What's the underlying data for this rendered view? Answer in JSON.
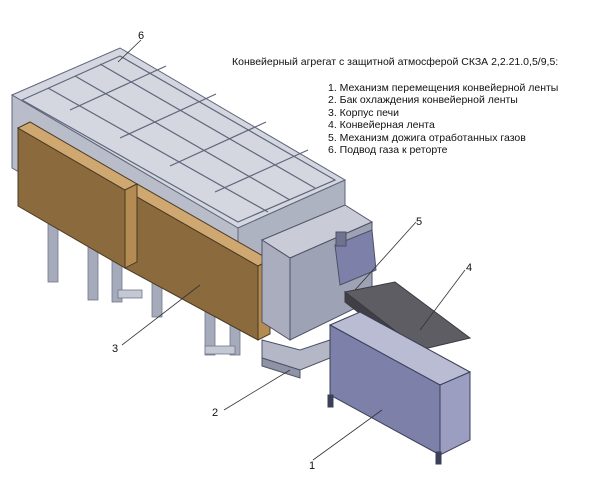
{
  "title": "Конвейерный агрегат с защитной атмосферой СКЗА 2,2.21.0,5/9,5:",
  "legend": [
    "1. Механизм перемещения конвейерной ленты",
    "2. Бак охлаждения конвейерной ленты",
    "3. Корпус печи",
    "4. Конвейерная лента",
    "5. Механизм дожига отработанных газов",
    "6. Подвод газа к реторте"
  ],
  "callouts": [
    "1",
    "2",
    "3",
    "4",
    "5",
    "6"
  ],
  "colors": {
    "frame": "#c4c8d4",
    "frame_dark": "#8c93a8",
    "panel_brown": "#8b6a3e",
    "panel_light": "#cfa871",
    "unit_blue": "#7d80a8",
    "belt": "#5d5d63"
  }
}
